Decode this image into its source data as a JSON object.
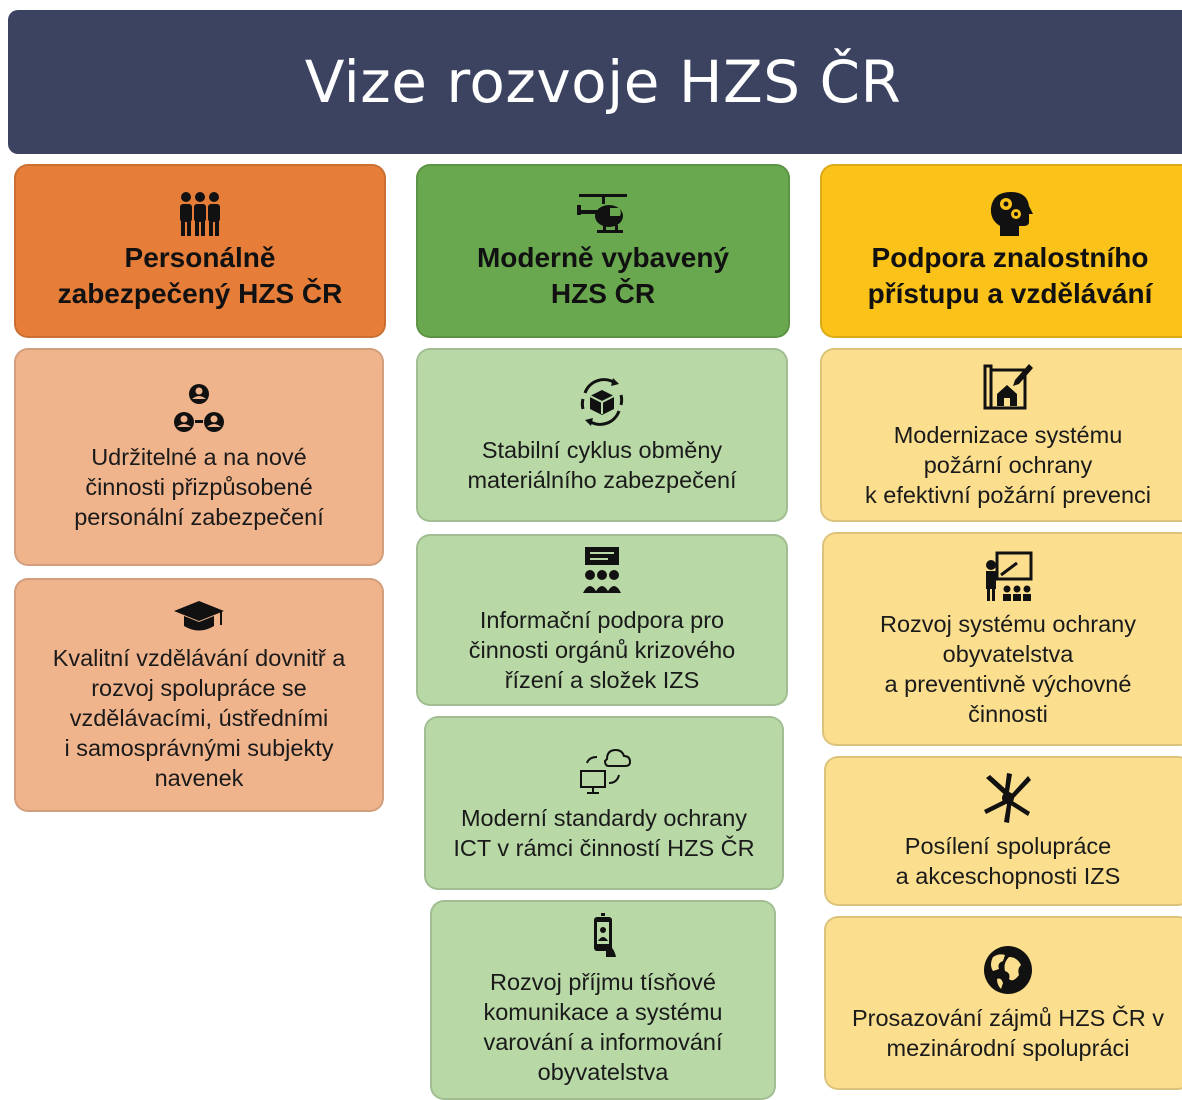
{
  "title": "Vize rozvoje HZS ČR",
  "columns": [
    {
      "heading": "Personálně\nzabezpečený HZS ČR",
      "heading_icon": "people-group-icon",
      "items": [
        {
          "text": "Udržitelné a na nové\nčinnosti přizpůsobené\npersonální zabezpečení",
          "icon": "people-network-icon"
        },
        {
          "text": "Kvalitní vzdělávání dovnitř a\nrozvoj spolupráce se\nvzdělávacími, ústředními\ni samosprávnými subjekty\nnavenek",
          "icon": "graduation-cap-icon"
        }
      ]
    },
    {
      "heading": "Moderně vybavený\nHZS ČR",
      "heading_icon": "helicopter-icon",
      "items": [
        {
          "text": "Stabilní cyklus obměny\nmateriálního zabezpečení",
          "icon": "box-cycle-icon"
        },
        {
          "text": "Informační podpora pro\nčinnosti orgánů krizového\nřízení a složek IZS",
          "icon": "meeting-board-icon"
        },
        {
          "text": "Moderní standardy ochrany\nICT v rámci činností HZS ČR",
          "icon": "cloud-computer-icon"
        },
        {
          "text": "Rozvoj příjmu tísňové\nkomunikace a systému\nvarování a informování\nobyvatelstva",
          "icon": "phone-alert-icon"
        }
      ]
    },
    {
      "heading": "Podpora znalostního\npřístupu a vzdělávání",
      "heading_icon": "head-gears-icon",
      "items": [
        {
          "text": "Modernizace systému\npožární ochrany\nk efektivní požární prevenci",
          "icon": "house-plan-icon"
        },
        {
          "text": "Rozvoj systému ochrany\nobyvatelstva\na preventivně výchovné\nčinnosti",
          "icon": "teacher-board-icon"
        },
        {
          "text": "Posílení spolupráce\na akceschopnosti IZS",
          "icon": "joined-hands-icon"
        },
        {
          "text": "Prosazování zájmů HZS ČR v\nmezinárodní spolupráci",
          "icon": "globe-icon"
        }
      ]
    }
  ],
  "colors": {
    "banner": "#3b4360",
    "orange_head": "#e67e3a",
    "orange_item": "#f0b48d",
    "green_head": "#6aa84f",
    "green_item": "#b8d8a6",
    "yellow_head": "#fbc21a",
    "yellow_item": "#fbdf8e"
  }
}
